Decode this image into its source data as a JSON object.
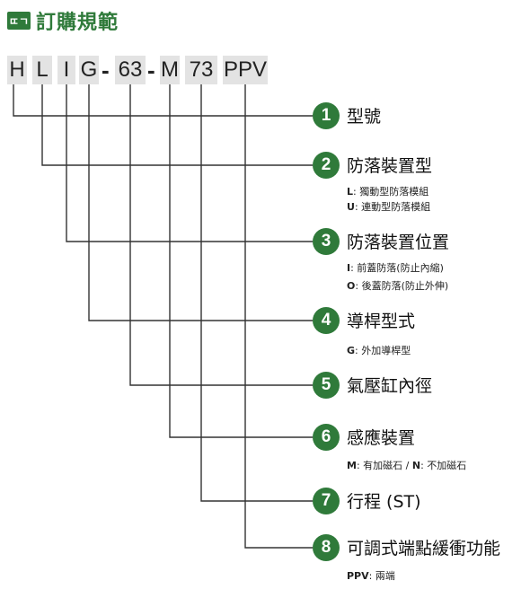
{
  "header": {
    "logo_text": "ㄸㄱ",
    "title": "訂購規範"
  },
  "code": {
    "segments": [
      "H",
      "L",
      "I",
      "G",
      "63",
      "M",
      "73",
      "PPV"
    ],
    "separator": "-"
  },
  "items": [
    {
      "number": "1",
      "label": "型號",
      "notes": []
    },
    {
      "number": "2",
      "label": "防落裝置型",
      "notes": [
        {
          "code": "L",
          "sep": ":",
          "text": " 獨動型防落模組"
        },
        {
          "code": "U",
          "sep": ":",
          "text": " 連動型防落模組"
        }
      ]
    },
    {
      "number": "3",
      "label": "防落裝置位置",
      "notes": [
        {
          "code": "I",
          "sep": ":",
          "text": " 前蓋防落(防止內縮)"
        },
        {
          "code": "O",
          "sep": ":",
          "text": " 後蓋防落(防止外伸)"
        }
      ]
    },
    {
      "number": "4",
      "label": "導桿型式",
      "notes": [
        {
          "code": "G",
          "sep": ":",
          "text": " 外加導桿型"
        }
      ]
    },
    {
      "number": "5",
      "label": "氣壓缸內徑",
      "notes": []
    },
    {
      "number": "6",
      "label": "感應裝置",
      "notes": [
        {
          "code": "M",
          "sep": ":",
          "text": " 有加磁石 / ",
          "code2": "N",
          "sep2": ":",
          "text2": " 不加磁石"
        }
      ]
    },
    {
      "number": "7",
      "label": "行程 (ST)",
      "notes": []
    },
    {
      "number": "8",
      "label": "可調式端點緩衝功能",
      "notes": [
        {
          "code": "PPV",
          "sep": ":",
          "text": " 兩端"
        }
      ]
    }
  ],
  "colors": {
    "accent": "#2f7a3a",
    "box": "#e3e3e3",
    "line": "#333333"
  }
}
